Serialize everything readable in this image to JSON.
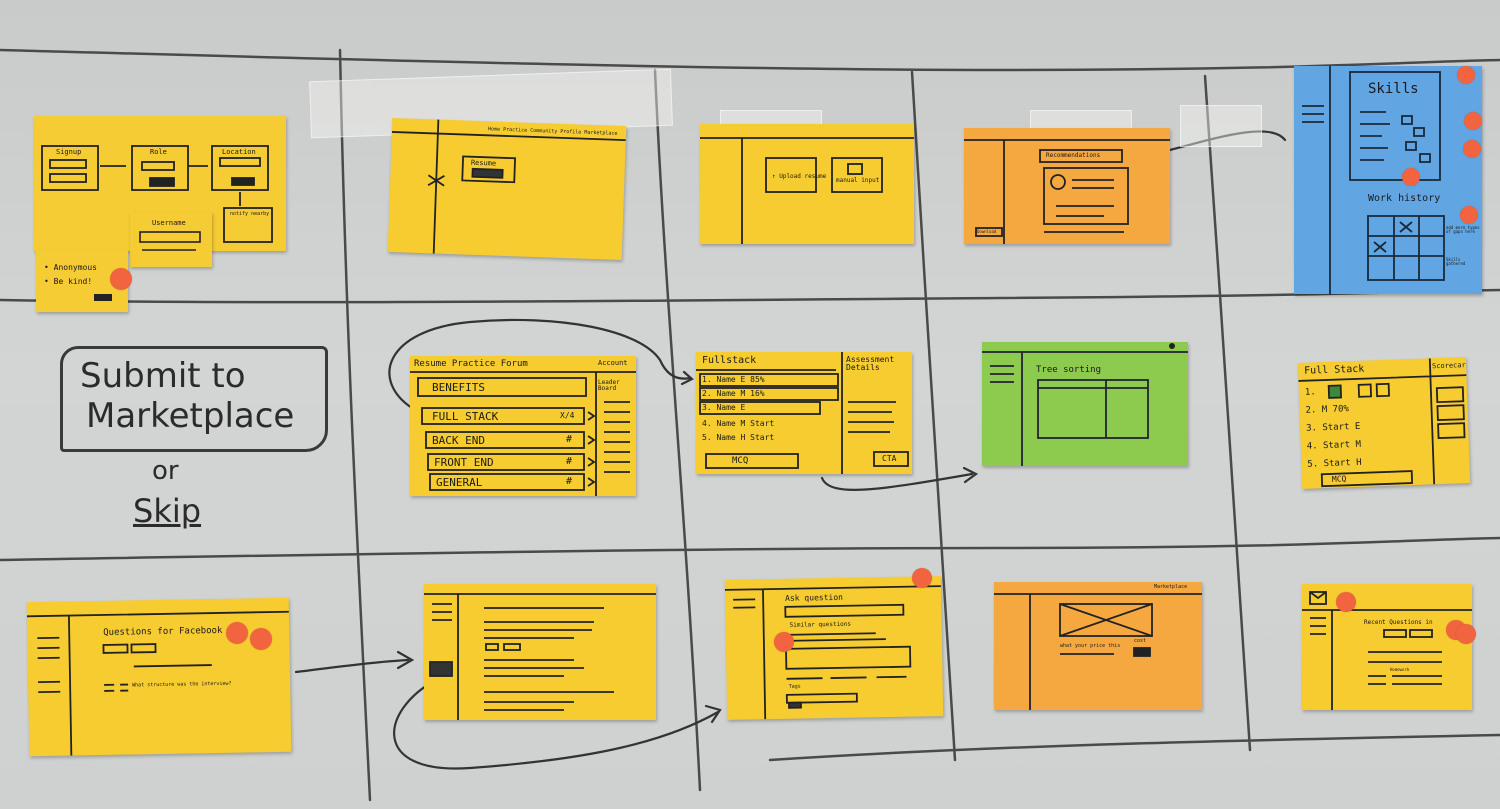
{
  "colors": {
    "yellow": "#f7cf35",
    "orange": "#f8a83e",
    "green": "#8ccb4e",
    "blue": "#62a7e4",
    "dot": "#f2643f",
    "ink": "#1b1b1b"
  },
  "board_text": {
    "line1": "Submit to",
    "line2": "Marketplace",
    "or": "or",
    "skip": "Skip"
  },
  "notes": {
    "onboarding": {
      "signup": "Signup",
      "role": "Role",
      "location": "Location",
      "username": "Username",
      "notify": "notify nearby",
      "anon1": "• Anonymous",
      "anon2": "• Be kind!"
    },
    "resume_upload": {
      "nav": "Home  Practice  Community  Profile  Marketplace",
      "resume": "Resume"
    },
    "upload_choice": {
      "left": "↑ Upload resume",
      "right": "manual input"
    },
    "recommendations": {
      "header": "Recommendations",
      "button": "Download"
    },
    "skills": {
      "title": "Skills",
      "work": "Work history",
      "side1": "add more types of gaps here",
      "side2": "Skills gathered"
    },
    "forum": {
      "tabs": "Resume  Practice  Forum",
      "account": "Account",
      "leader": "Leader Board",
      "rows": [
        "BENEFITS",
        "FULL STACK",
        "BACK END",
        "FRONT END",
        "GENERAL"
      ],
      "marks": [
        "",
        "X/4",
        "#",
        "#",
        "#"
      ]
    },
    "fullstack_details": {
      "title": "Fullstack",
      "side": "Assessment Details",
      "rows": [
        "1. Name  E 85%",
        "2. Name  M 16%",
        "3. Name  E",
        "4. Name  M Start",
        "5. Name  H Start"
      ],
      "mcq": "MCQ",
      "cta": "CTA"
    },
    "tree": {
      "title": "Tree sorting"
    },
    "fullstack_score": {
      "title": "Full Stack",
      "side": "Scorecard",
      "rows": [
        "1.",
        "2.  M  70%",
        "3. Start E",
        "4. Start M",
        "5. Start H"
      ],
      "mcq": "MCQ"
    },
    "questions": {
      "title": "Questions for Facebook",
      "line": "What structure was the interview?"
    },
    "ask": {
      "title": "Ask question",
      "sim": "Similar questions",
      "tags": "Tags"
    },
    "marketplace": {
      "header": "Marketplace",
      "line": "what your price this",
      "cost": "cost"
    },
    "recent": {
      "title": "Recent Questions in",
      "sub": "Homework"
    }
  }
}
